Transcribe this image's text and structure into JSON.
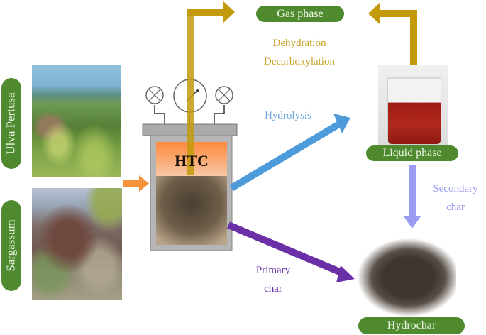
{
  "feedstocks": [
    {
      "label": "Ulva Pertusa",
      "photo": "green seaweed on rocky shore"
    },
    {
      "label": "Sargassum",
      "photo": "brown seaweed in shallow water"
    }
  ],
  "reactor": {
    "label": "HTC"
  },
  "products": {
    "gas": {
      "label": "Gas phase"
    },
    "liquid": {
      "label": "Liquid phase",
      "photo": "beaker with red liquid"
    },
    "solid": {
      "label": "Hydrochar",
      "photo": "pile of dark hydrochar"
    }
  },
  "pathways": {
    "gas": {
      "lines": [
        "Dehydration",
        "Decarboxylation"
      ],
      "color": "#c9a227"
    },
    "hydrolysis": {
      "label": "Hydrolysis",
      "color": "#4e9bdc"
    },
    "secondary": {
      "lines": [
        "Secondary",
        "char"
      ],
      "color": "#9b9cf2"
    },
    "primary": {
      "lines": [
        "Primary",
        "char"
      ],
      "color": "#6b2fa8"
    },
    "feed": {
      "color": "#f5923a"
    }
  },
  "colors": {
    "pill": "#4f8a2f",
    "gas_arrow": "#c39a0c"
  }
}
